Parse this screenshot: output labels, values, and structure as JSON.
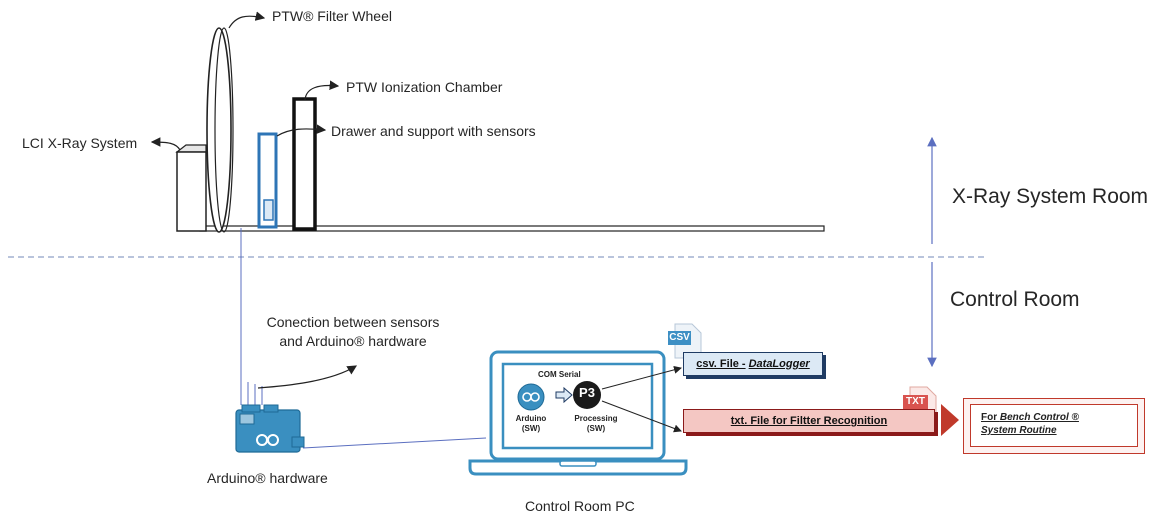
{
  "labels": {
    "filter_wheel": "PTW® Filter Wheel",
    "ionization_chamber": "PTW Ionization Chamber",
    "xray_system": "LCI X-Ray System",
    "drawer": "Drawer and support with sensors",
    "connection_line1": "Conection between sensors",
    "connection_line2": "and Arduino® hardware",
    "arduino_hw": "Arduino® hardware",
    "control_pc": "Control Room PC"
  },
  "rooms": {
    "xray_room": "X-Ray System Room",
    "control_room": "Control Room"
  },
  "pc_screen": {
    "com_serial": "COM Serial",
    "arduino_sw_line1": "Arduino",
    "arduino_sw_line2": "(SW)",
    "processing_line1": "Processing",
    "processing_line2": "(SW)",
    "processing_logo": "P3"
  },
  "files": {
    "csv_icon": "CSV",
    "csv_prefix": "csv. File - ",
    "csv_name": "DataLogger",
    "txt_icon": "TXT",
    "txt_label": "txt. File for Filtter Recognition",
    "bench_line1_prefix": "For ",
    "bench_line1_italic": "Bench Control ®",
    "bench_line2": "System Routine"
  },
  "colors": {
    "dashed_divider": "#8fa0c8",
    "arrow_blue": "#5b6fc0",
    "arduino_blue": "#3a8fc0",
    "csv_fill": "#dce9f5",
    "csv_border": "#1f3b63",
    "txt_fill": "#f4c7c3",
    "txt_border": "#8b1a1a",
    "bench_border": "#c0392b",
    "drawer_border": "#2e75b6"
  }
}
